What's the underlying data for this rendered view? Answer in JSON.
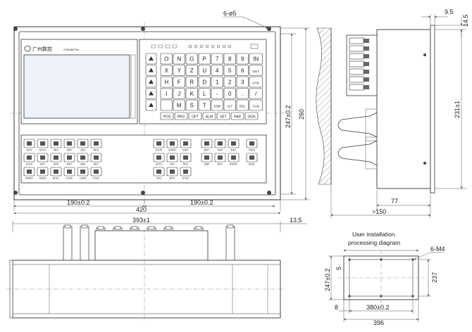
{
  "colors": {
    "line": "#3a3a3a",
    "panel_fill": "#ffffff",
    "screen_fill": "#eef3f9",
    "dim_line": "#555555",
    "hatch": "#6a6a6a"
  },
  "panel": {
    "hole_note": "6-ø5",
    "logo_text": "广州数控",
    "model_text": "GSK980TDc",
    "key_rows": [
      [
        "O",
        "N",
        "G",
        "P",
        "7",
        "8",
        "9",
        "IN"
      ],
      [
        "X",
        "Y",
        "Z",
        "U",
        "4",
        "5",
        "6",
        "OUT"
      ],
      [
        "H",
        "F",
        "R",
        "D",
        "1",
        "2",
        "3",
        "CHG"
      ],
      [
        "I",
        "J",
        "K",
        "L",
        "-",
        "0",
        ".",
        "/"
      ],
      [
        "",
        "M",
        "S",
        "T",
        "EOB",
        "ALT",
        "DEL",
        "CAN"
      ]
    ],
    "function_keys": [
      "POS",
      "PRG",
      "OFT",
      "ALM",
      "SET",
      "PAR",
      "DGN"
    ],
    "bottom_key_labels": [
      "EDIT",
      "AUTO",
      "MDI",
      "REF",
      "JOG",
      "MPG",
      "STEP",
      "DRY",
      "SKIP",
      "MST",
      "SBK",
      "BDT",
      "RAPID",
      "FEED",
      "SPDL",
      "COOL",
      "LUBR",
      "TOOL",
      "STOP",
      "START"
    ]
  },
  "dimensions": {
    "front_left_width": "190±0.2",
    "front_right_width": "190±0.2",
    "overall_width": "420",
    "height_inner": "247±0.2",
    "height_overall": "260",
    "side_top_a": "9.5",
    "side_top_b": "14.5",
    "side_height": "231±1",
    "side_depth": "77",
    "side_total": ">150",
    "top_width": "393±1",
    "top_thickness": "13.5",
    "cutout_width": "396",
    "cutout_hole_note": "6-M4",
    "cutout_height": "247±0.2",
    "cutout_offset": "5",
    "cutout_inner_height": "237",
    "cutout_margin": "8",
    "cutout_spacing": "380±0.2"
  },
  "install_title": {
    "line1": "User installation",
    "line2": "processing diagram"
  }
}
